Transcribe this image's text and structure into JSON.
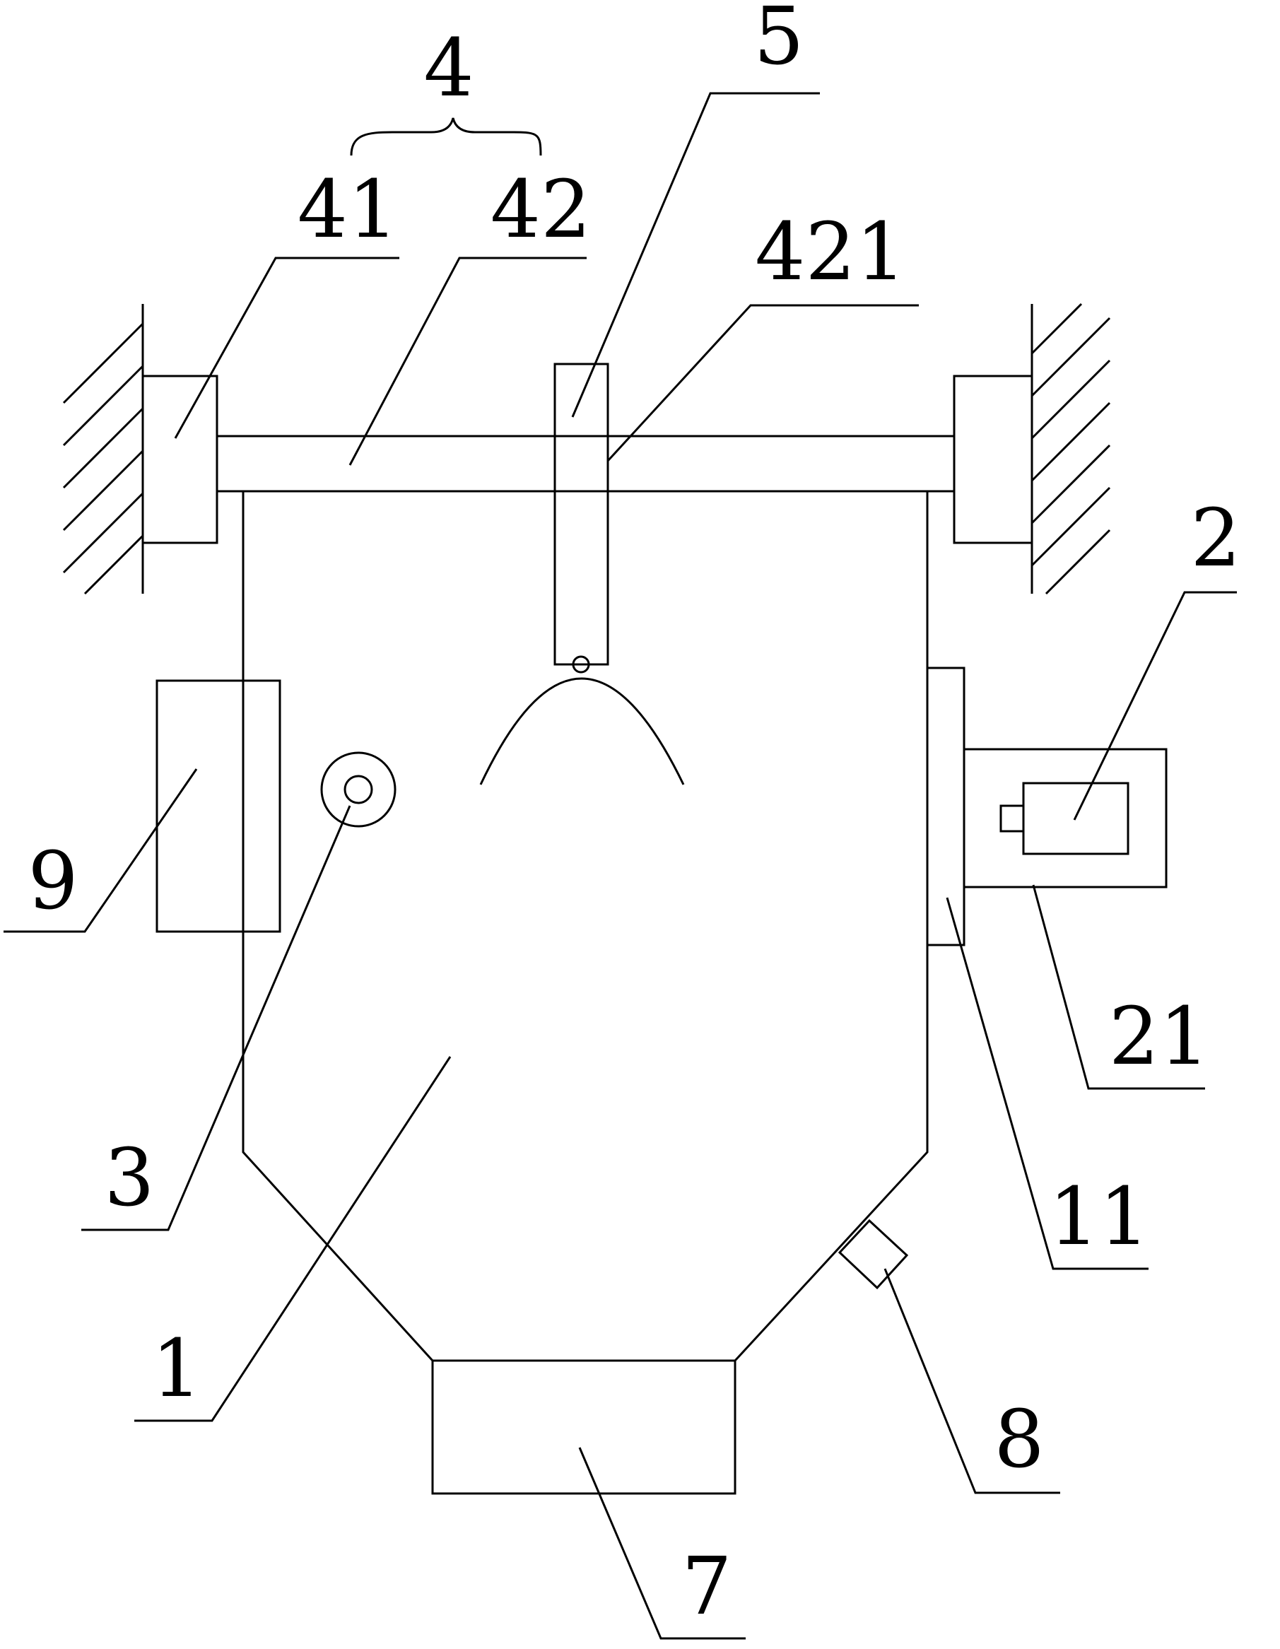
{
  "labels": {
    "l4": "4",
    "l41": "41",
    "l42": "42",
    "l5": "5",
    "l421": "421",
    "l2": "2",
    "l9": "9",
    "l21": "21",
    "l3": "3",
    "l11": "11",
    "l1": "1",
    "l8": "8",
    "l7": "7"
  },
  "colors": {
    "line": "#000000",
    "background": "#ffffff"
  }
}
